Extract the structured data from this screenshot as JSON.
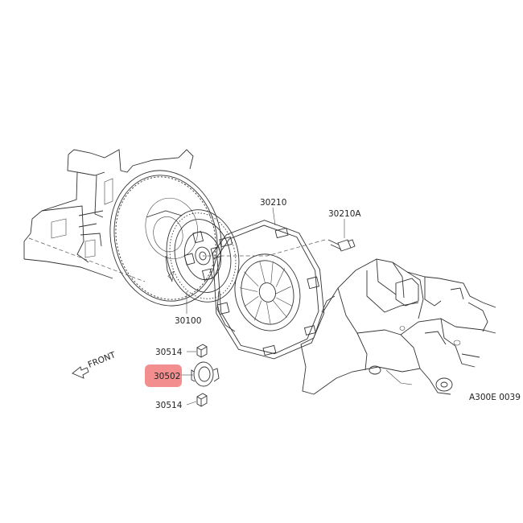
{
  "labels": {
    "part_30210": "30210",
    "part_30210A": "30210A",
    "part_30100": "30100",
    "part_30514_top": "30514",
    "part_30502": "30502",
    "part_30514_bottom": "30514",
    "front": "FRONT",
    "figure_code": "A300E 0039"
  },
  "highlight_color": "#f07a7a"
}
